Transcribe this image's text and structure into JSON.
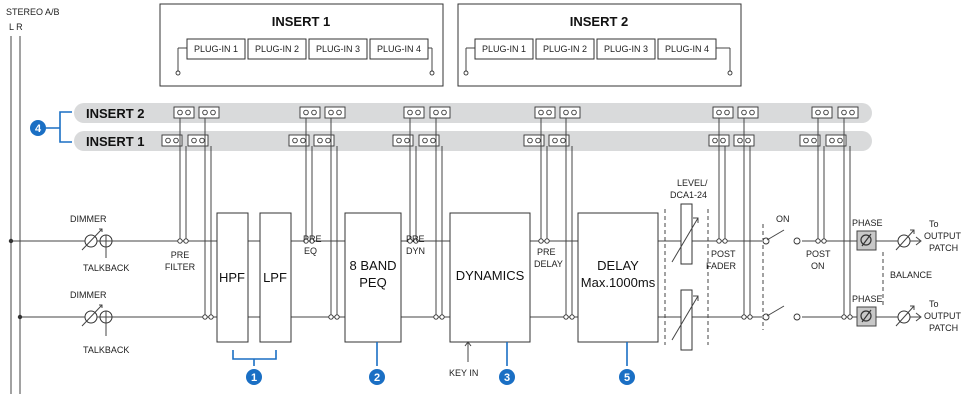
{
  "stereo_bus": {
    "title": "STEREO A/B",
    "channels": "L R"
  },
  "insert_blocks": [
    {
      "title": "INSERT 1",
      "plugins": [
        "PLUG-IN 1",
        "PLUG-IN 2",
        "PLUG-IN 3",
        "PLUG-IN 4"
      ]
    },
    {
      "title": "INSERT 2",
      "plugins": [
        "PLUG-IN 1",
        "PLUG-IN 2",
        "PLUG-IN 3",
        "PLUG-IN 4"
      ]
    }
  ],
  "insert_bars": [
    "INSERT 2",
    "INSERT 1"
  ],
  "labels": {
    "dimmer": "DIMMER",
    "talkback": "TALKBACK",
    "pre_filter": [
      "PRE",
      "FILTER"
    ],
    "pre_eq": [
      "PRE",
      "EQ"
    ],
    "pre_dyn": [
      "PRE",
      "DYN"
    ],
    "pre_delay": [
      "PRE",
      "DELAY"
    ],
    "level_dca": [
      "LEVEL/",
      "DCA1-24"
    ],
    "post_fader": [
      "POST",
      "FADER"
    ],
    "on": "ON",
    "post_on": [
      "POST",
      "ON"
    ],
    "phase": "PHASE",
    "balance": "BALANCE",
    "output": [
      "To",
      "OUTPUT",
      "PATCH"
    ],
    "key_in": "KEY IN"
  },
  "blocks": {
    "hpf": "HPF",
    "lpf": "LPF",
    "peq": [
      "8 BAND",
      "PEQ"
    ],
    "dynamics": "DYNAMICS",
    "delay": [
      "DELAY",
      "Max.1000ms"
    ]
  },
  "badges": [
    "1",
    "2",
    "3",
    "4",
    "5"
  ],
  "colors": {
    "accent": "#1a6fc4",
    "bar": "#d9dadb"
  }
}
